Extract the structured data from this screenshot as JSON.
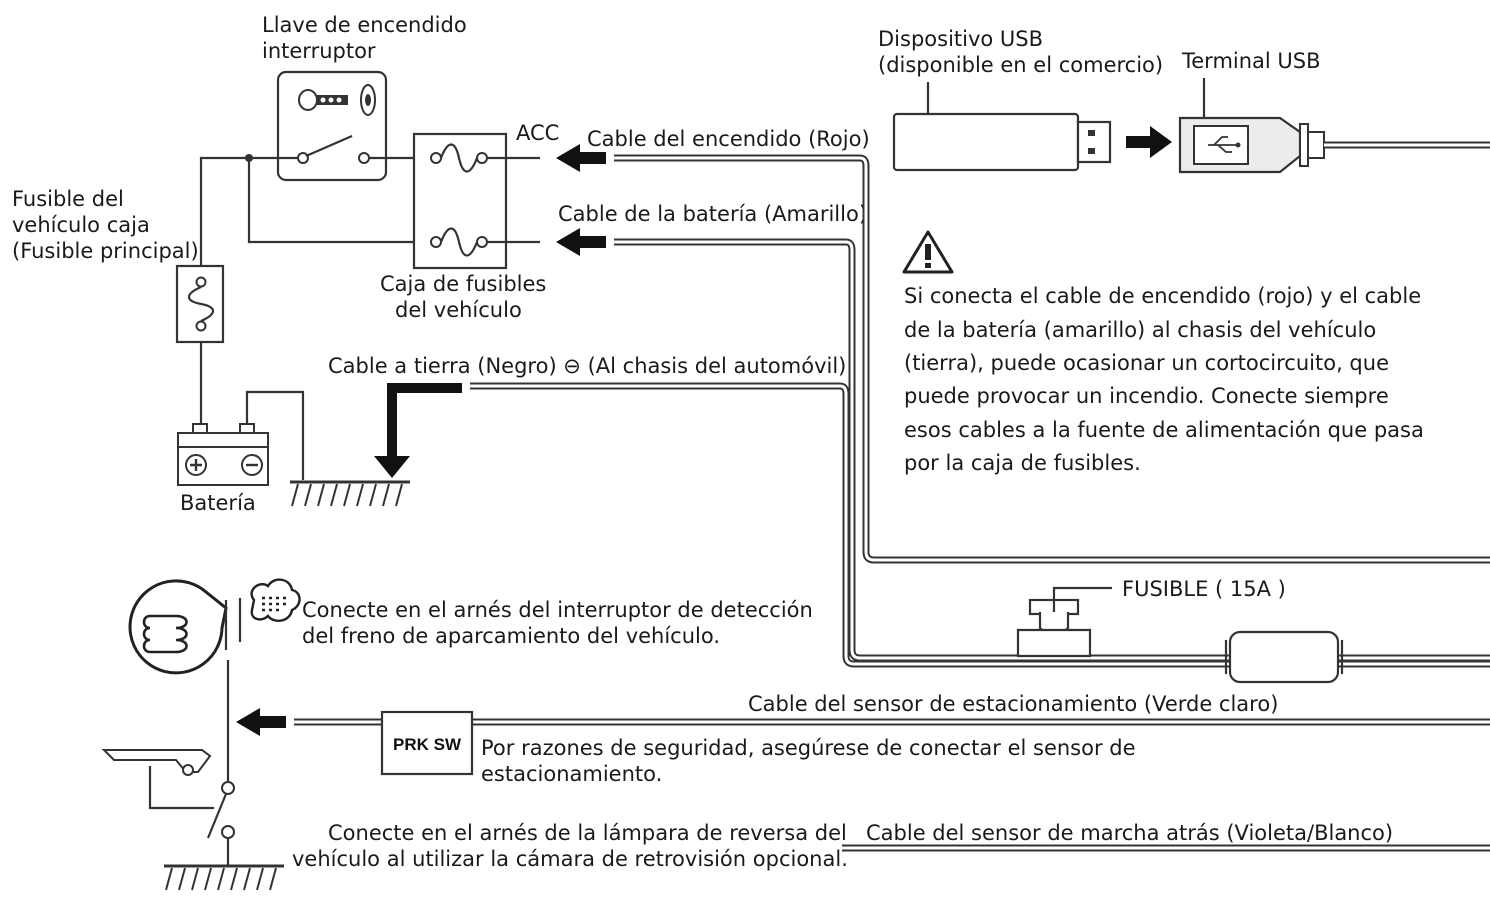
{
  "labels": {
    "ignition_switch_l1": "Llave de encendido",
    "ignition_switch_l2": "interruptor",
    "vehicle_fuse_box_l1": "Fusible del",
    "vehicle_fuse_box_l2": "vehículo caja",
    "vehicle_fuse_box_l3": "(Fusible principal)",
    "acc": "ACC",
    "ignition_cable": "Cable del encendido (Rojo)",
    "battery_cable": "Cable de la batería (Amarillo)",
    "fuse_box_l1": "Caja de fusibles",
    "fuse_box_l2": "del vehículo",
    "ground_cable": "Cable a tierra (Negro) ⊖ (Al chasis del automóvil)",
    "battery": "Batería",
    "usb_device_l1": "Dispositivo USB",
    "usb_device_l2": "(disponible en el comercio)",
    "usb_terminal": "Terminal USB",
    "fuse_15a": "FUSIBLE ( 15A )",
    "parking_brake_l1": "Conecte en el arnés del interruptor de detección",
    "parking_brake_l2": "del freno de aparcamiento del vehículo.",
    "parking_sensor_cable": "Cable del sensor de estacionamiento (Verde claro)",
    "prk_sw": "PRK SW",
    "safety_note_l1": "Por razones de seguridad, asegúrese de conectar el sensor de",
    "safety_note_l2": "estacionamiento.",
    "reverse_lamp_l1": "Conecte en el arnés de la lámpara de reversa del",
    "reverse_lamp_l2": "vehículo al utilizar la cámara de retrovisión opcional.",
    "reverse_sensor_cable": "Cable del sensor de marcha atrás (Violeta/Blanco)"
  },
  "warning": {
    "lines": [
      "Si conecta el cable de encendido (rojo) y el cable",
      "de la batería (amarillo) al chasis del vehículo",
      "(tierra), puede ocasionar un cortocircuito, que",
      "puede provocar un incendio. Conecte siempre",
      "esos cables a la fuente de alimentación que pasa",
      "por la caja de fusibles."
    ]
  },
  "icons": [
    "key-icon",
    "warning-triangle-icon",
    "usb-symbol-icon",
    "speech-bubble-icon",
    "brake-lamp-icon",
    "parking-brake-lever-icon",
    "ground-symbol-icon"
  ]
}
